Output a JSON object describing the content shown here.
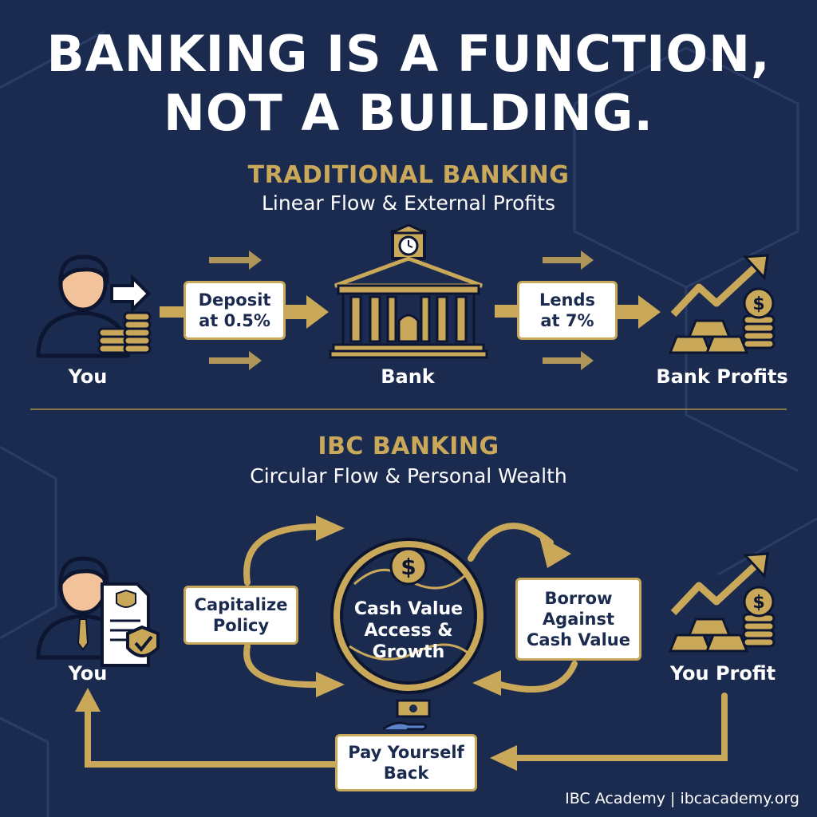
{
  "title": {
    "line1": "BANKING IS A FUNCTION,",
    "line2": "NOT A BUILDING."
  },
  "traditional": {
    "heading": "TRADITIONAL BANKING",
    "subheading": "Linear Flow & External Profits",
    "you_label": "You",
    "deposit_line1": "Deposit",
    "deposit_line2": "at 0.5%",
    "bank_label": "Bank",
    "lends_line1": "Lends",
    "lends_line2": "at 7%",
    "profits_label": "Bank Profits"
  },
  "ibc": {
    "heading": "IBC BANKING",
    "subheading": "Circular Flow & Personal Wealth",
    "you_label": "You",
    "capitalize_line1": "Capitalize",
    "capitalize_line2": "Policy",
    "center_line1": "Cash Value",
    "center_line2": "Access &",
    "center_line3": "Growth",
    "borrow_line1": "Borrow",
    "borrow_line2": "Against",
    "borrow_line3": "Cash Value",
    "profit_label": "You Profit",
    "payback_line1": "Pay Yourself",
    "payback_line2": "Back"
  },
  "footer": "IBC Academy | ibcacademy.org",
  "colors": {
    "background": "#1b2b4f",
    "gold": "#c9a85a",
    "white": "#ffffff",
    "skin": "#f2c29a"
  }
}
